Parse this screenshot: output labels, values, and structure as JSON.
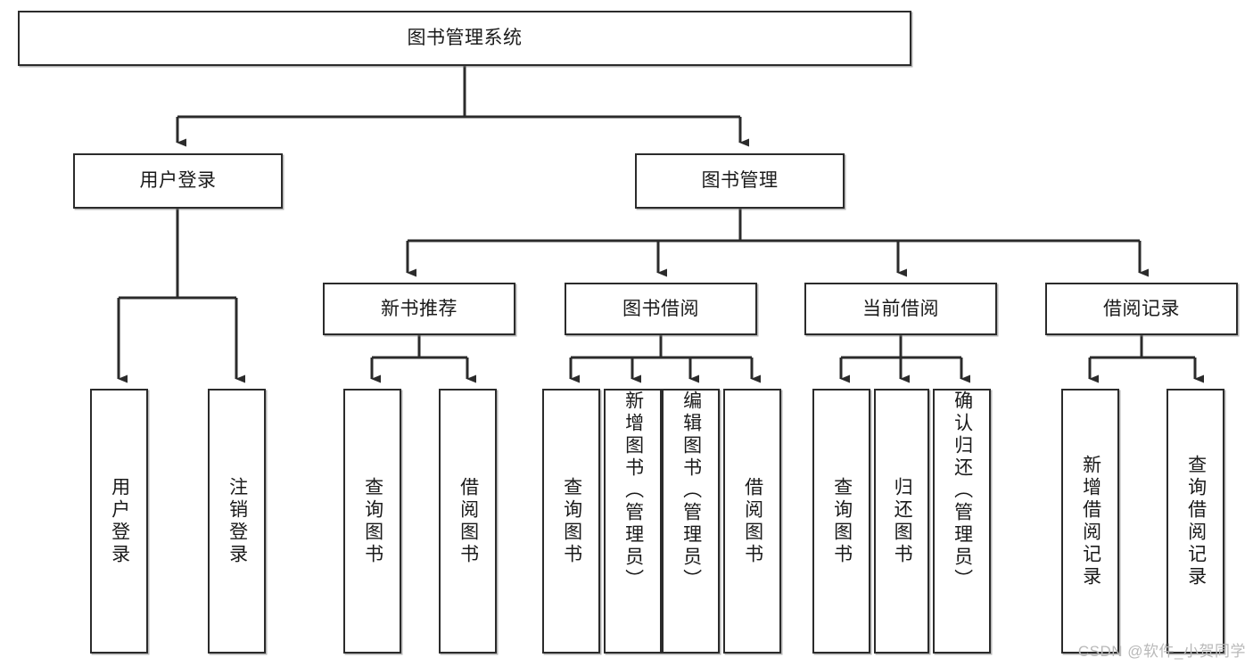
{
  "diagram": {
    "type": "tree",
    "title": "图书管理系统",
    "root": {
      "id": "root",
      "label": "图书管理系统",
      "orientation": "horizontal"
    },
    "level1": [
      {
        "id": "user-login",
        "label": "用户登录",
        "orientation": "horizontal"
      },
      {
        "id": "book-management",
        "label": "图书管理",
        "orientation": "horizontal"
      }
    ],
    "level2": [
      {
        "id": "new-book-recommend",
        "label": "新书推荐",
        "orientation": "horizontal",
        "parent": "book-management"
      },
      {
        "id": "book-borrow",
        "label": "图书借阅",
        "orientation": "horizontal",
        "parent": "book-management"
      },
      {
        "id": "current-borrow",
        "label": "当前借阅",
        "orientation": "horizontal",
        "parent": "book-management"
      },
      {
        "id": "borrow-record",
        "label": "借阅记录",
        "orientation": "horizontal",
        "parent": "book-management"
      }
    ],
    "leaves": [
      {
        "id": "leaf-user-login",
        "label": "用户登录",
        "parent": "user-login",
        "orientation": "vertical"
      },
      {
        "id": "leaf-logout-login",
        "label": "注销登录",
        "parent": "user-login",
        "orientation": "vertical"
      },
      {
        "id": "leaf-query-book-1",
        "label": "查询图书",
        "parent": "new-book-recommend",
        "orientation": "vertical"
      },
      {
        "id": "leaf-borrow-book-1",
        "label": "借阅图书",
        "parent": "new-book-recommend",
        "orientation": "vertical"
      },
      {
        "id": "leaf-query-book-2",
        "label": "查询图书",
        "parent": "book-borrow",
        "orientation": "vertical"
      },
      {
        "id": "leaf-add-book",
        "label": "新增图书（管理员）",
        "parent": "book-borrow",
        "orientation": "vertical"
      },
      {
        "id": "leaf-edit-book",
        "label": "编辑图书（管理员）",
        "parent": "book-borrow",
        "orientation": "vertical"
      },
      {
        "id": "leaf-borrow-book-2",
        "label": "借阅图书",
        "parent": "book-borrow",
        "orientation": "vertical"
      },
      {
        "id": "leaf-query-book-3",
        "label": "查询图书",
        "parent": "current-borrow",
        "orientation": "vertical"
      },
      {
        "id": "leaf-return-book",
        "label": "归还图书",
        "parent": "current-borrow",
        "orientation": "vertical"
      },
      {
        "id": "leaf-confirm-return",
        "label": "确认归还（管理员）",
        "parent": "current-borrow",
        "orientation": "vertical"
      },
      {
        "id": "leaf-add-record",
        "label": "新增借阅记录",
        "parent": "borrow-record",
        "orientation": "vertical"
      },
      {
        "id": "leaf-query-record",
        "label": "查询借阅记录",
        "parent": "borrow-record",
        "orientation": "vertical"
      }
    ],
    "watermark": "CSDN @软件_小贺同学",
    "colors": {
      "stroke": "#2b2b2b",
      "fill": "#ffffff",
      "text": "#1a1a1a",
      "watermark": "#b9b9b9"
    }
  }
}
